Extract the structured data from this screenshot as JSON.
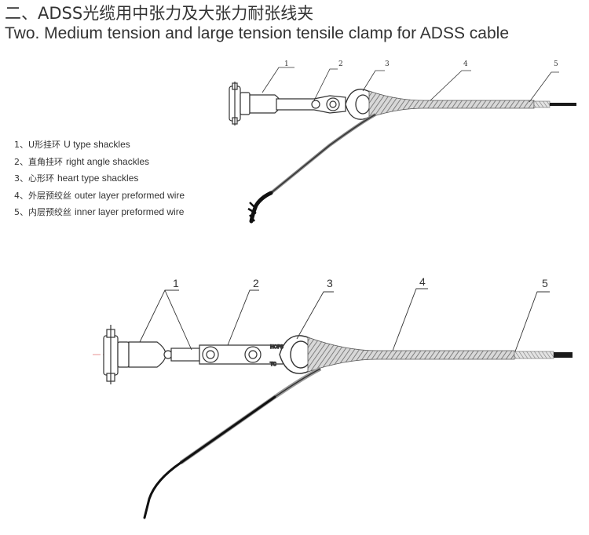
{
  "title": {
    "cn": "二、ADSS光缆用中张力及大张力耐张线夹",
    "en": "Two. Medium tension and large tension tensile clamp for ADSS cable"
  },
  "legend": [
    {
      "num": "1、",
      "cn": "U形挂环",
      "en": "U type shackles"
    },
    {
      "num": "2、",
      "cn": "直角挂环",
      "en": "right angle shackles"
    },
    {
      "num": "3、",
      "cn": "心形环",
      "en": "heart type shackles"
    },
    {
      "num": "4、",
      "cn": "外层预绞丝",
      "en": "outer layer preformed wire"
    },
    {
      "num": "5、",
      "cn": "内层预绞丝",
      "en": "inner layer preformed wire"
    }
  ],
  "diagram_top": {
    "callouts": [
      "1",
      "2",
      "3",
      "4",
      "5"
    ]
  },
  "diagram_bottom": {
    "callouts": [
      "1",
      "2",
      "3",
      "4",
      "5"
    ],
    "thimble_marks": [
      "HOPS",
      "TC"
    ]
  },
  "colors": {
    "line": "#333333",
    "cable": "#1a1a1a",
    "wire": "#9a9a9a",
    "center_line": "#e07070"
  }
}
